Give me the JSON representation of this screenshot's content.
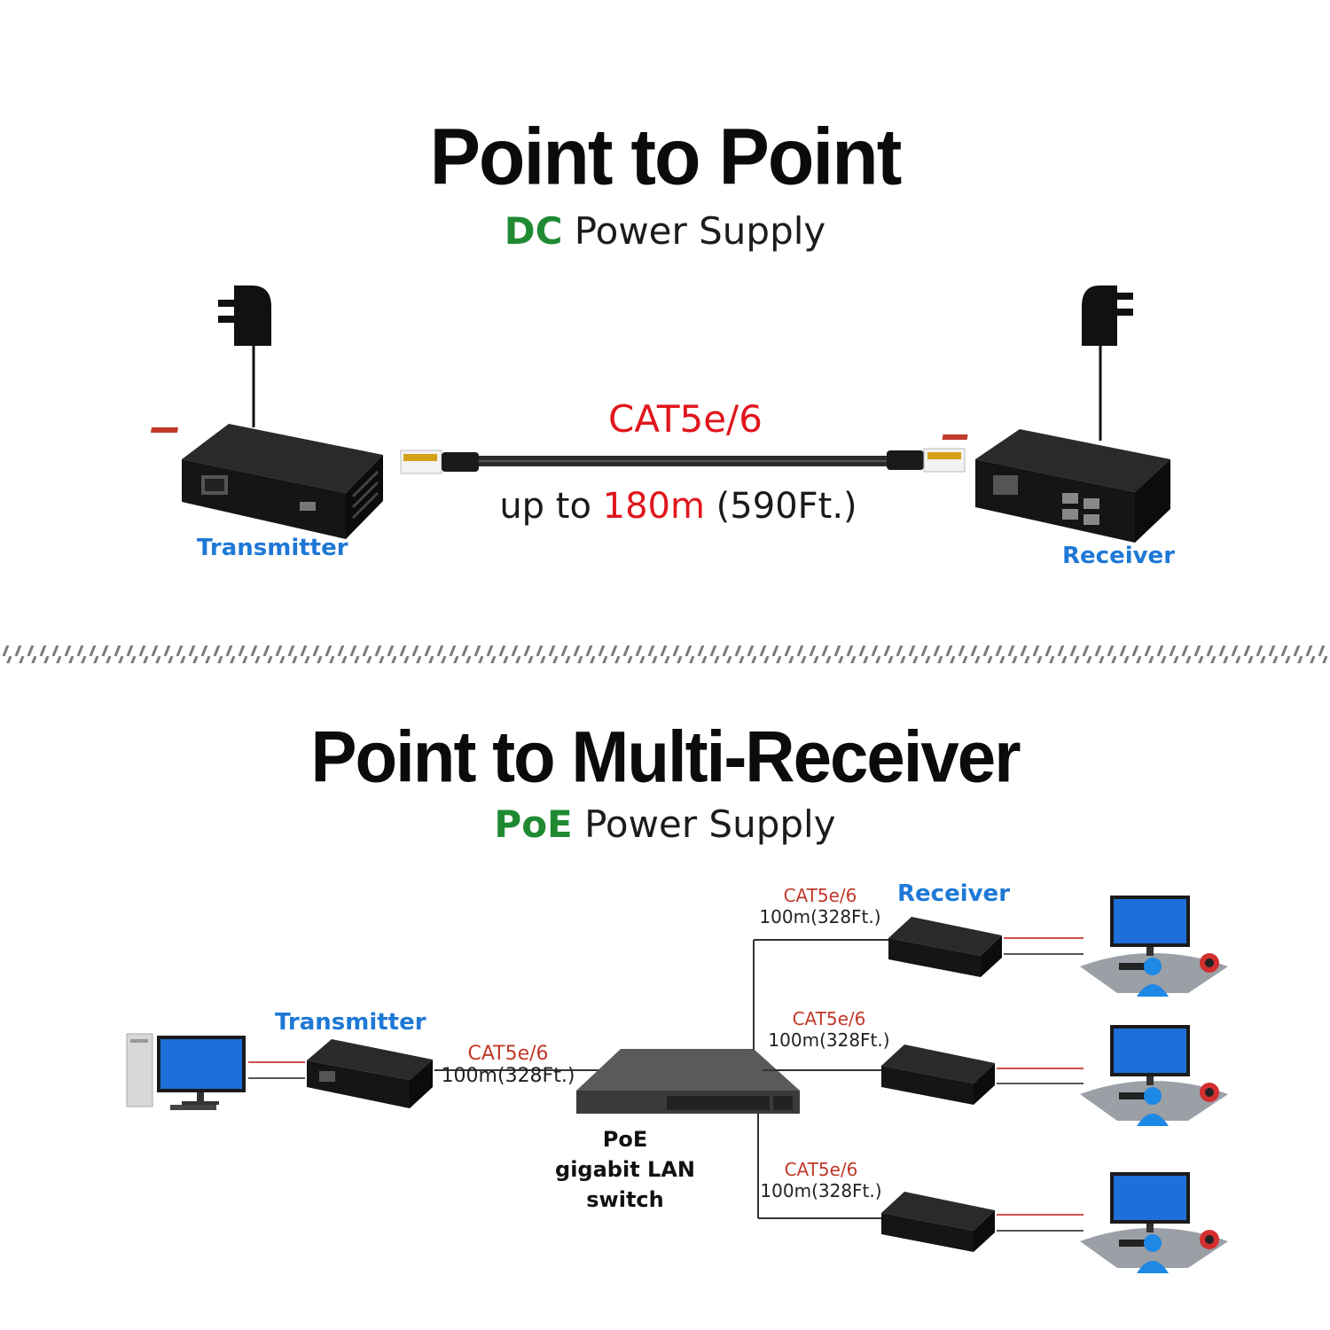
{
  "section1": {
    "title": "Point to Point",
    "power_prefix": "DC",
    "power_rest": " Power Supply",
    "cable_type": "CAT5e/6",
    "distance_prefix": "up to ",
    "distance_value": "180m",
    "distance_suffix": " (590Ft.)",
    "transmitter_label": "Transmitter",
    "receiver_label": "Receiver"
  },
  "section2": {
    "title": "Point to Multi-Receiver",
    "power_prefix": "PoE",
    "power_rest": " Power Supply",
    "transmitter_label": "Transmitter",
    "receiver_label": "Receiver",
    "switch_label_1": "PoE",
    "switch_label_2": "gigabit LAN switch",
    "links": [
      {
        "cable": "CAT5e/6",
        "distance": "100m(328Ft.)"
      },
      {
        "cable": "CAT5e/6",
        "distance": "100m(328Ft.)"
      },
      {
        "cable": "CAT5e/6",
        "distance": "100m(328Ft.)"
      },
      {
        "cable": "CAT5e/6",
        "distance": "100m(328Ft.)"
      }
    ]
  },
  "colors": {
    "accent_green": "#1f8a32",
    "label_blue": "#1e78d6",
    "cable_red": "#e0161c",
    "device_black": "#1a1a1a"
  },
  "icons": [
    "power-adapter-icon",
    "ethernet-cable-icon",
    "kvm-device-icon",
    "poe-switch-icon",
    "monitor-icon",
    "pc-tower-icon",
    "user-icon",
    "keyboard-icon",
    "mouse-icon"
  ]
}
